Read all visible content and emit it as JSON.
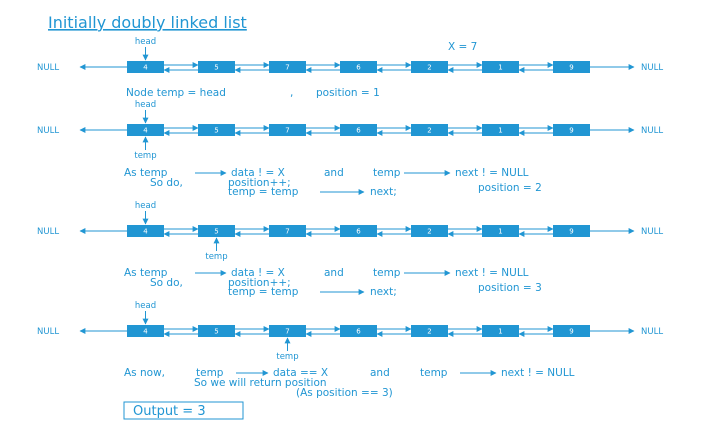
{
  "title": "Initially doubly linked list",
  "null_label": "NULL",
  "head_label": "head",
  "temp_label": "temp",
  "x_label": "X = 7",
  "node_values": [
    "4",
    "5",
    "7",
    "6",
    "2",
    "1",
    "9"
  ],
  "init_line": {
    "left": "Node temp = head",
    "comma": ",",
    "right": "position = 1"
  },
  "step1": {
    "as": "As  temp",
    "cond1": "data ! = X",
    "and": "and",
    "temp2": "temp",
    "cond2": "next ! = NULL",
    "so_do": "So do,",
    "pos_inc": "position++;",
    "assign": "temp = temp",
    "next": "next;",
    "position": "position = 2"
  },
  "step2": {
    "as": "As  temp",
    "cond1": "data ! = X",
    "and": "and",
    "temp2": "temp",
    "cond2": "next ! = NULL",
    "so_do": "So do,",
    "pos_inc": "position++;",
    "assign": "temp = temp",
    "next": "next;",
    "position": "position = 3"
  },
  "final": {
    "as_now": "As now,",
    "temp1": "temp",
    "cond1": "data == X",
    "and": "and",
    "temp2": "temp",
    "cond2": "next ! = NULL",
    "return": "So we will return position",
    "paren": "(As position == 3)"
  },
  "output": "Output = 3",
  "colors": {
    "accent": "#2196d3",
    "node_fill": "#2196d3"
  }
}
